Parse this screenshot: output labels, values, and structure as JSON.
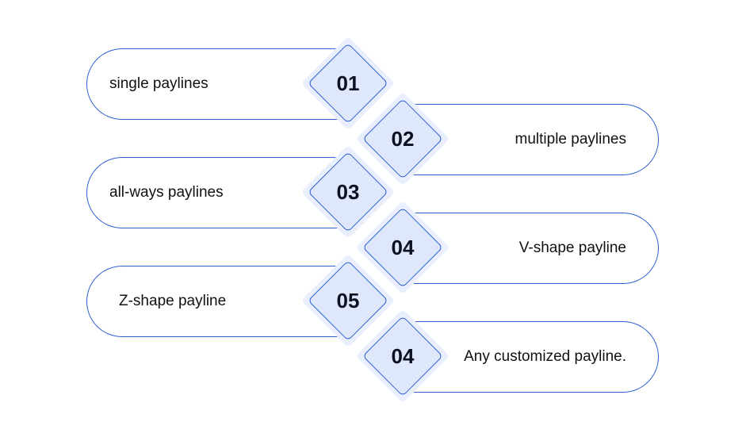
{
  "colors": {
    "outline": "#2f5fd0",
    "diamond_fill": "#dfe7fb",
    "diamond_glow": "#e9effc",
    "text": "#111111"
  },
  "steps": [
    {
      "number": "01",
      "label": "single paylines"
    },
    {
      "number": "02",
      "label": "multiple paylines"
    },
    {
      "number": "03",
      "label": "all-ways paylines"
    },
    {
      "number": "04",
      "label": "V-shape payline"
    },
    {
      "number": "05",
      "label": "Z-shape payline"
    },
    {
      "number": "04",
      "label": "Any customized payline."
    }
  ]
}
